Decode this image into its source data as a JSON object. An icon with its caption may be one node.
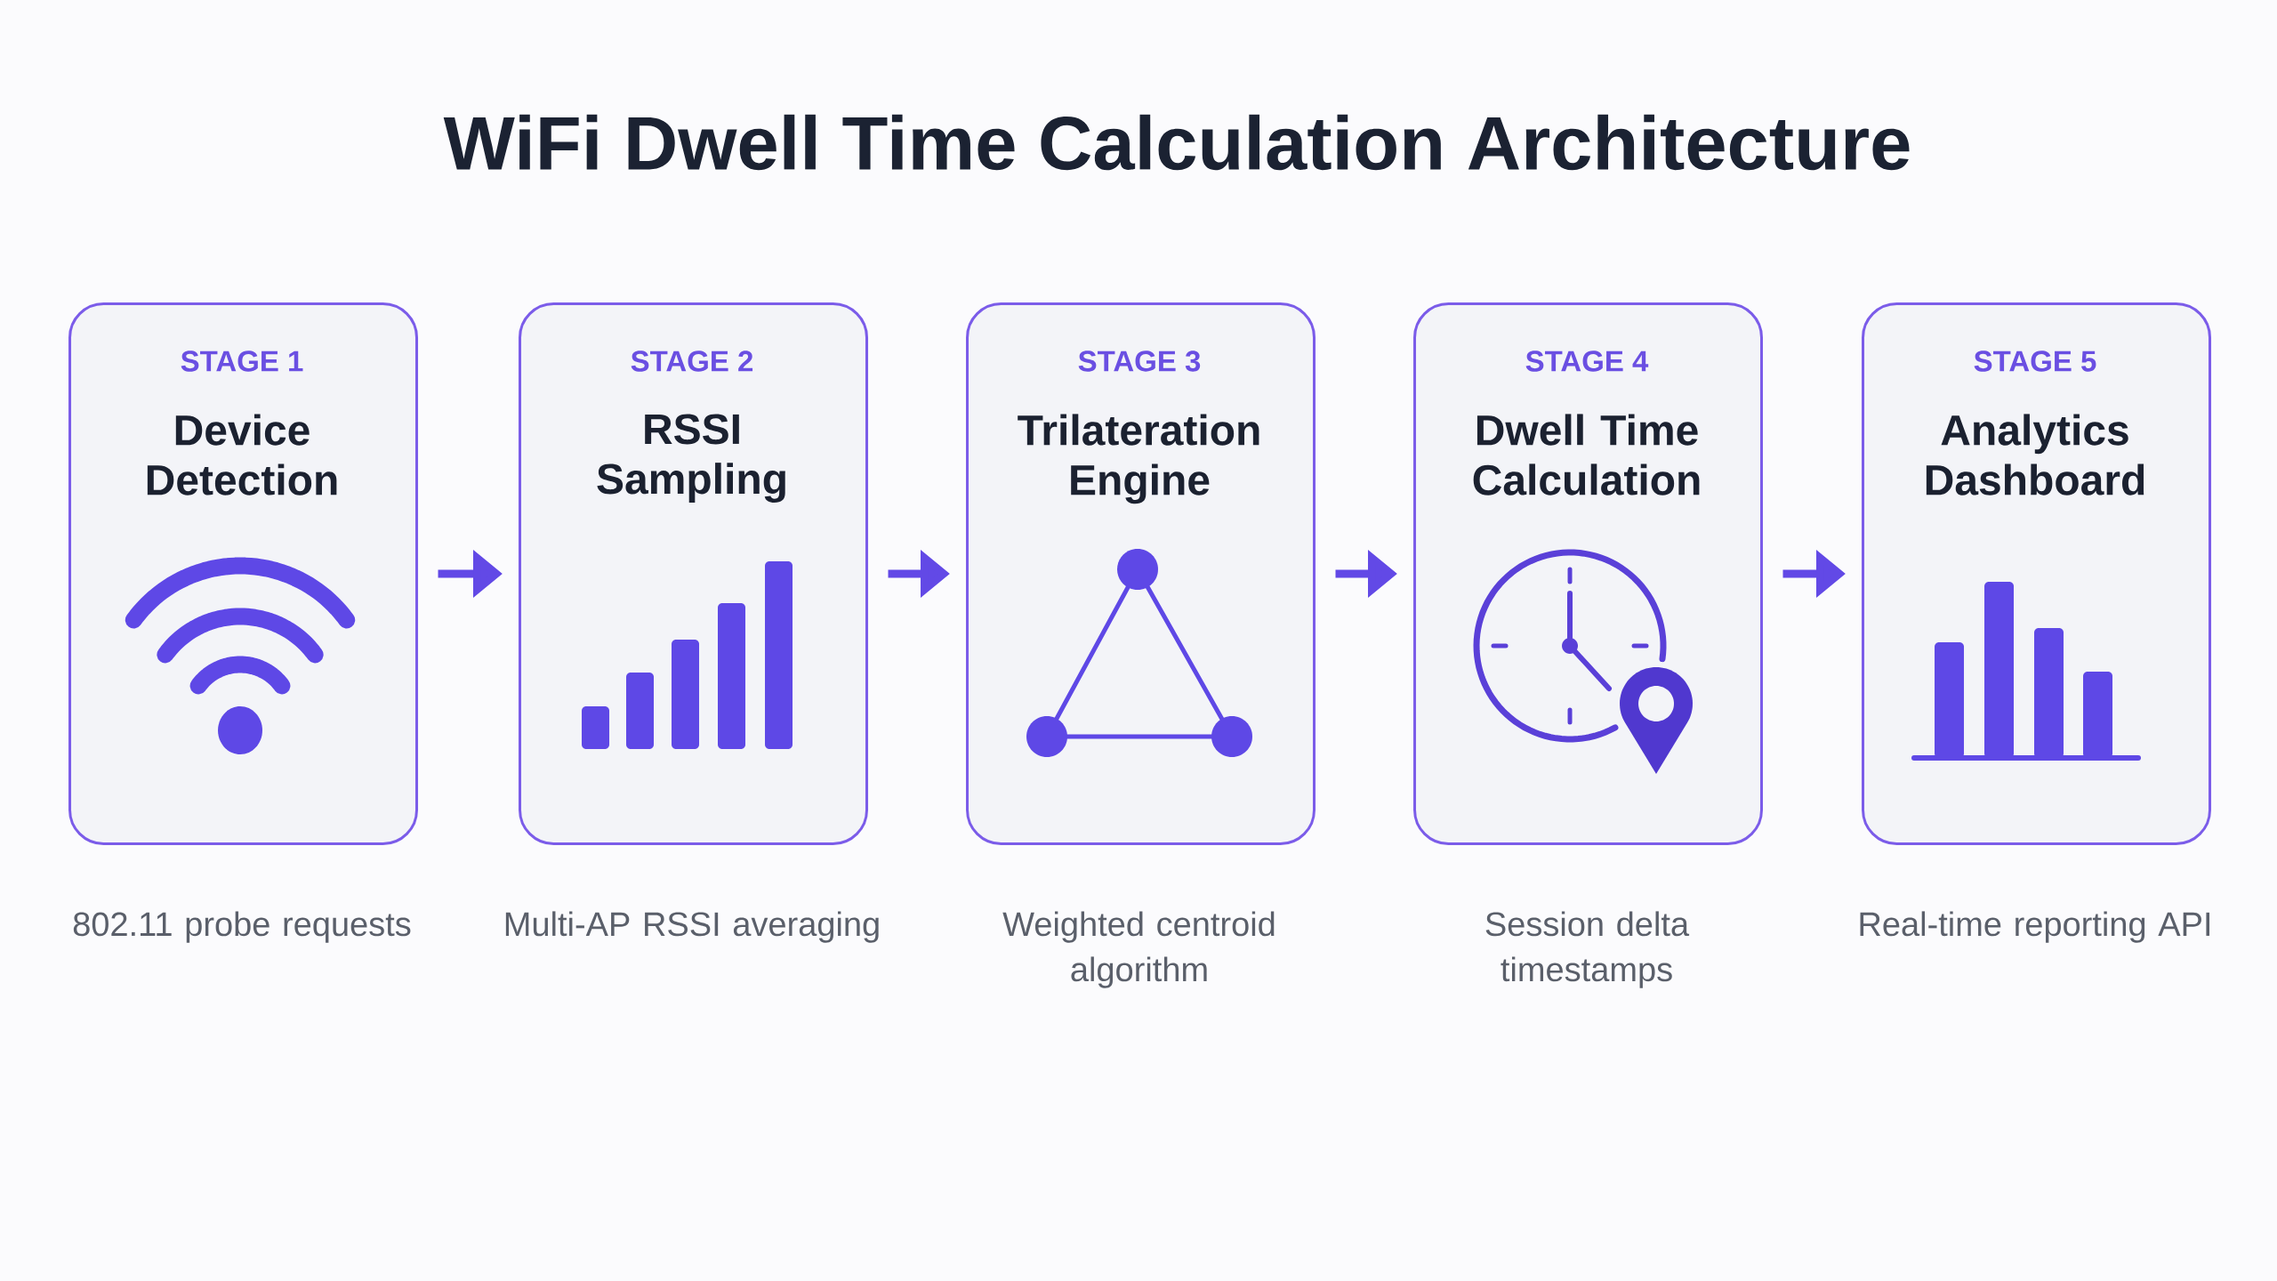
{
  "diagram": {
    "title": "WiFi Dwell Time Calculation Architecture",
    "nodes": [
      {
        "text": [
          "STAGE 1",
          "Device Detection"
        ],
        "beside": [
          "802.11 probe requests"
        ]
      },
      {
        "text": [
          "STAGE 2",
          "RSSI Sampling"
        ],
        "beside": [
          "Multi-AP RSSI averaging"
        ]
      },
      {
        "text": [
          "STAGE 3",
          "Trilateration Engine"
        ],
        "beside": [
          "Weighted centroid algorithm"
        ]
      },
      {
        "text": [
          "STAGE 4",
          "Dwell Time Calculation"
        ],
        "beside": [
          "Session delta timestamps"
        ]
      },
      {
        "text": [
          "STAGE 5",
          "Analytics Dashboard"
        ],
        "beside": [
          "Real-time reporting API"
        ]
      }
    ],
    "edges": [
      {
        "from": 0,
        "to": 1,
        "arrow": "to"
      },
      {
        "from": 1,
        "to": 2,
        "arrow": "to"
      },
      {
        "from": 2,
        "to": 3,
        "arrow": "to"
      },
      {
        "from": 3,
        "to": 4,
        "arrow": "to"
      }
    ]
  }
}
